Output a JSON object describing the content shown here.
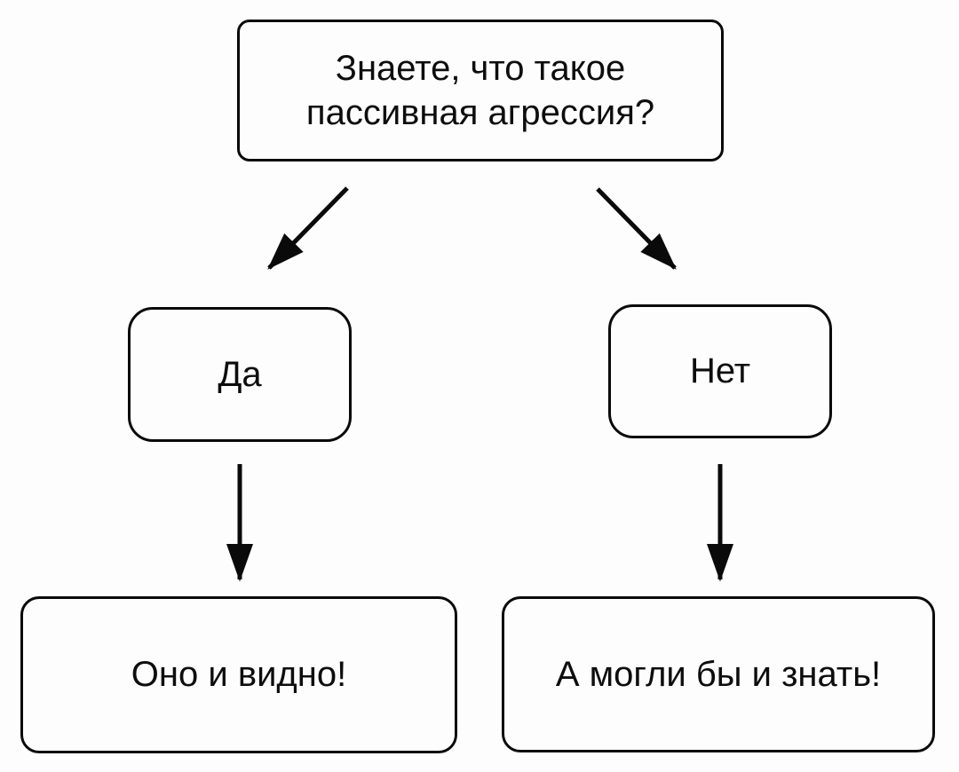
{
  "diagram": {
    "type": "flowchart",
    "language": "ru",
    "nodes": [
      {
        "id": "question",
        "label": "Знаете, что такое\nпассивная агрессия?",
        "role": "question"
      },
      {
        "id": "yes",
        "label": "Да",
        "role": "answer"
      },
      {
        "id": "no",
        "label": "Нет",
        "role": "answer"
      },
      {
        "id": "yes-result",
        "label": "Оно и видно!",
        "role": "result"
      },
      {
        "id": "no-result",
        "label": "А могли бы и знать!",
        "role": "result"
      }
    ],
    "edges": [
      {
        "from": "question",
        "to": "yes"
      },
      {
        "from": "question",
        "to": "no"
      },
      {
        "from": "yes",
        "to": "yes-result"
      },
      {
        "from": "no",
        "to": "no-result"
      }
    ]
  },
  "theme": {
    "bg": "#fdfdfd",
    "node-fill": "#fdfdfd",
    "line": "#0a0a0a",
    "ink": "#0d0d0d"
  }
}
